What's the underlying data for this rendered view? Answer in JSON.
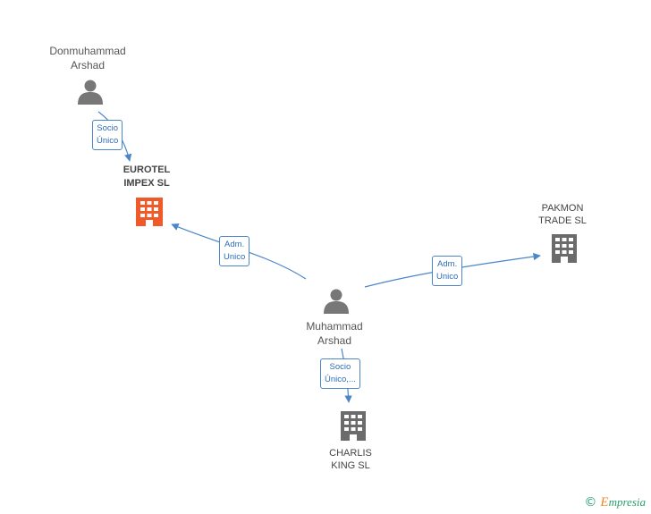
{
  "nodes": {
    "donmuhammad": {
      "line1": "Donmuhammad",
      "line2": "Arshad",
      "icon": "person-icon"
    },
    "eurotel": {
      "line1": "EUROTEL",
      "line2": "IMPEX SL",
      "icon": "building-icon",
      "color": "#f05a28"
    },
    "pakmon": {
      "line1": "PAKMON",
      "line2": "TRADE SL",
      "icon": "building-icon",
      "color": "#6b6b6b"
    },
    "muhammad": {
      "line1": "Muhammad",
      "line2": "Arshad",
      "icon": "person-icon"
    },
    "charlis": {
      "line1": "CHARLIS",
      "line2": "KING SL",
      "icon": "building-icon",
      "color": "#6b6b6b"
    }
  },
  "edges": {
    "socio_unico": {
      "line1": "Socio",
      "line2": "Único"
    },
    "adm_eurotel": {
      "line1": "Adm.",
      "line2": "Unico"
    },
    "adm_pakmon": {
      "line1": "Adm.",
      "line2": "Unico"
    },
    "socio_charlis": {
      "line1": "Socio",
      "line2": "Único,..."
    }
  },
  "colors": {
    "edge": "#4a86c8",
    "person": "#777777"
  },
  "footer": {
    "symbol": "©",
    "brand_initial": "E",
    "brand_rest": "mpresia"
  }
}
